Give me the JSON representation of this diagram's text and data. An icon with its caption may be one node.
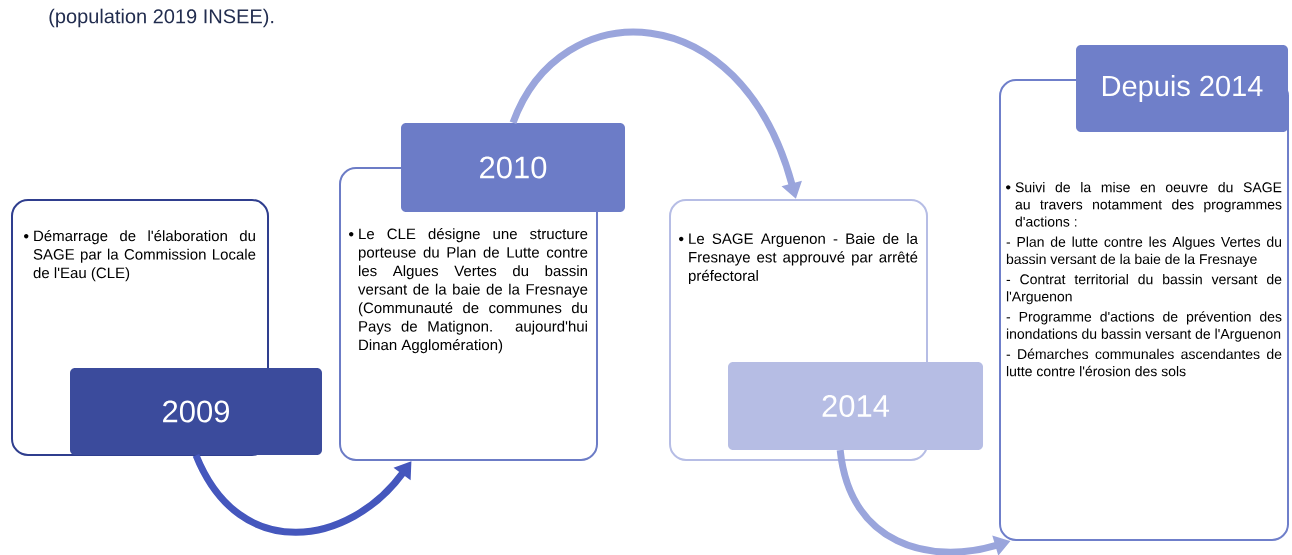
{
  "diagram": {
    "nodes": [
      {
        "text": [
          "Démarrage de l'élaboration du SAGE par la Commission Locale de l'Eau (CLE)"
        ]
      },
      {
        "text": [
          "2009"
        ]
      },
      {
        "text": [
          "Le CLE désigne une structure porteuse du Plan de Lutte contre les Algues Vertes du bassin versant de la baie de la Fresnaye (Communauté de communes du Pays de Matignon. aujourd'hui Dinan Agglomération)"
        ]
      },
      {
        "text": [
          "2010"
        ]
      },
      {
        "text": [
          "Le SAGE Arguenon - Baie de la Fresnaye est approuvé par arrêté préfectoral"
        ]
      },
      {
        "text": [
          "2014"
        ]
      },
      {
        "text": [
          "Suivi de la mise en oeuvre du SAGE au travers notamment des programmes d'actions :",
          "- Plan de lutte contre les Algues Vertes du bassin versant de la baie de la Fresnaye",
          "- Contrat territorial du bassin versant de l'Arguenon",
          "- Programme d'actions de prévention des inondations du bassin versant de l'Arguenon",
          "- Démarches communales ascendantes de lutte contre l'érosion des sols"
        ]
      },
      {
        "text": [
          "Depuis 2014"
        ]
      }
    ],
    "edges": [
      {
        "from": 1,
        "to": 2,
        "arrow": "to",
        "color": "#4557bd"
      },
      {
        "from": 3,
        "to": 4,
        "arrow": "to"
      },
      {
        "from": 5,
        "to": 6,
        "arrow": "to"
      }
    ],
    "labels": [
      "(population 2019 INSEE)."
    ]
  }
}
